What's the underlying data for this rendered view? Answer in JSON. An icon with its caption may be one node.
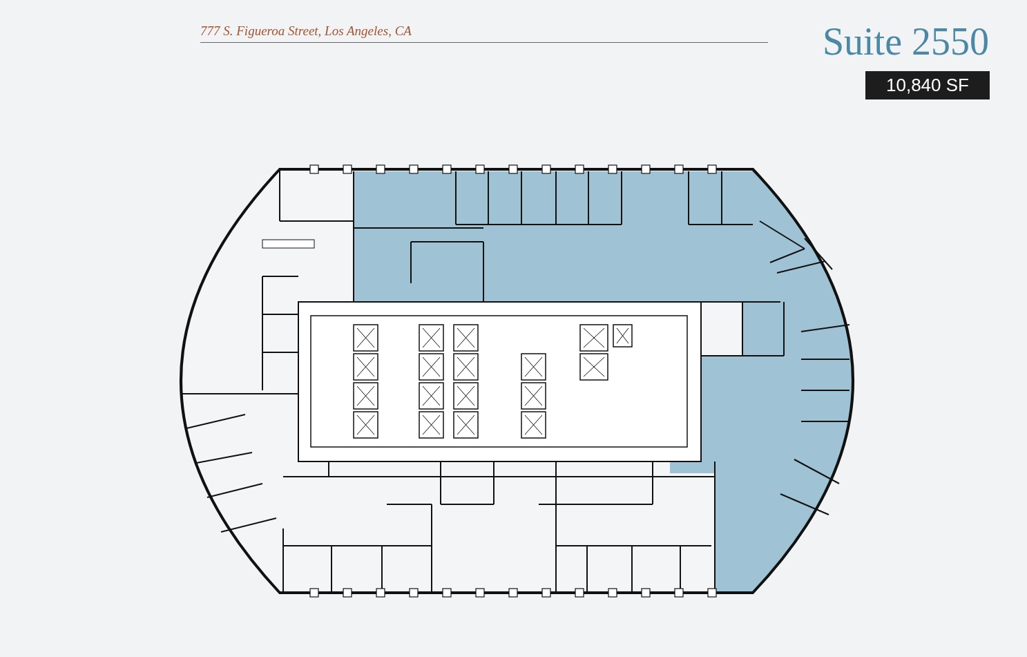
{
  "diagram": {
    "title": "Suite 2550",
    "labels": [
      "777 S. Figueroa Street, Los Angeles, CA",
      "10,840 SF"
    ]
  }
}
